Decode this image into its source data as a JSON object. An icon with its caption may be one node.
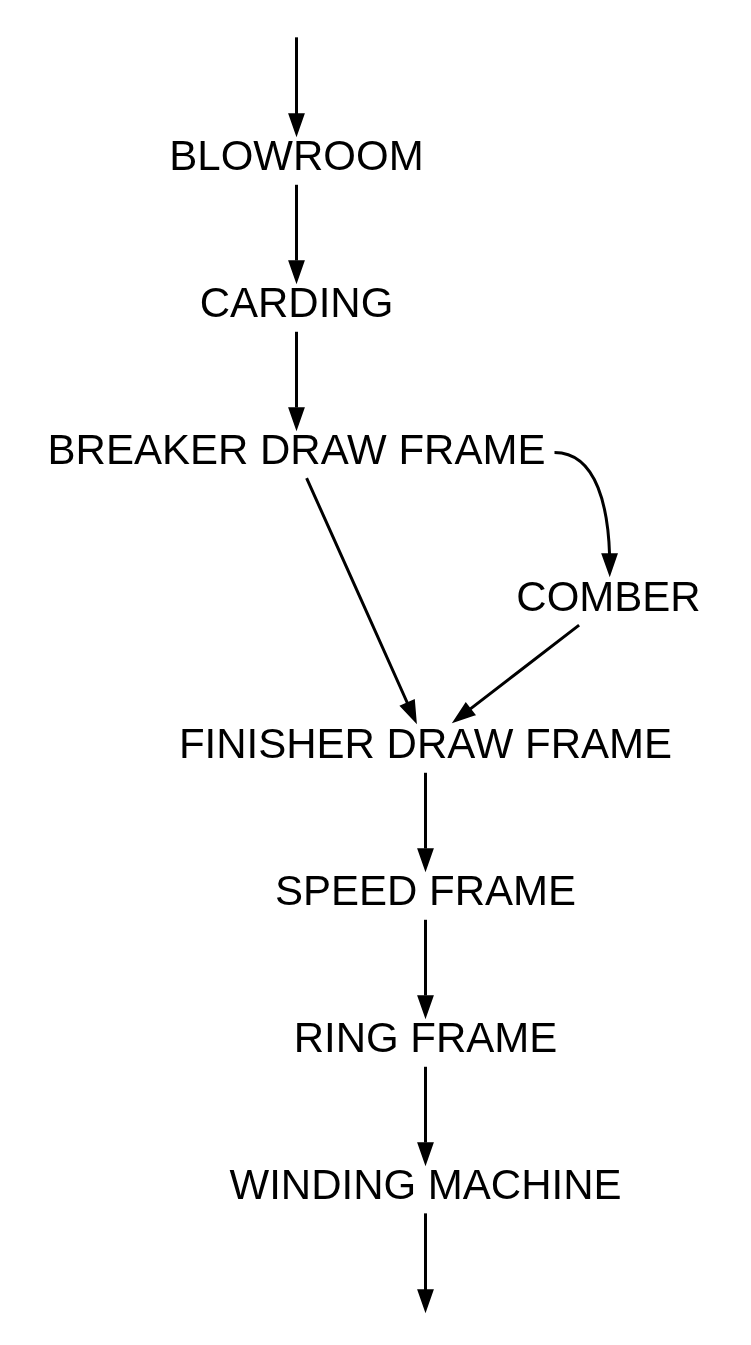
{
  "diagram": {
    "nodes": [
      {
        "text": [
          "BLOWROOM"
        ]
      },
      {
        "text": [
          "CARDING"
        ]
      },
      {
        "text": [
          "BREAKER DRAW FRAME"
        ]
      },
      {
        "text": [
          "COMBER"
        ]
      },
      {
        "text": [
          "FINISHER DRAW FRAME"
        ]
      },
      {
        "text": [
          "SPEED FRAME"
        ]
      },
      {
        "text": [
          "RING FRAME"
        ]
      },
      {
        "text": [
          "WINDING MACHINE"
        ]
      }
    ],
    "edges": [
      {
        "from": null,
        "to": 0,
        "arrow": "to"
      },
      {
        "from": 0,
        "to": 1,
        "arrow": "to"
      },
      {
        "from": 1,
        "to": 2,
        "arrow": "to"
      },
      {
        "from": 2,
        "to": 4,
        "arrow": "to"
      },
      {
        "from": 2,
        "to": 3,
        "arrow": "to"
      },
      {
        "from": 3,
        "to": 4,
        "arrow": "to"
      },
      {
        "from": 4,
        "to": 5,
        "arrow": "to"
      },
      {
        "from": 5,
        "to": 6,
        "arrow": "to"
      },
      {
        "from": 6,
        "to": 7,
        "arrow": "to"
      },
      {
        "from": 7,
        "to": null,
        "arrow": "to"
      }
    ]
  }
}
